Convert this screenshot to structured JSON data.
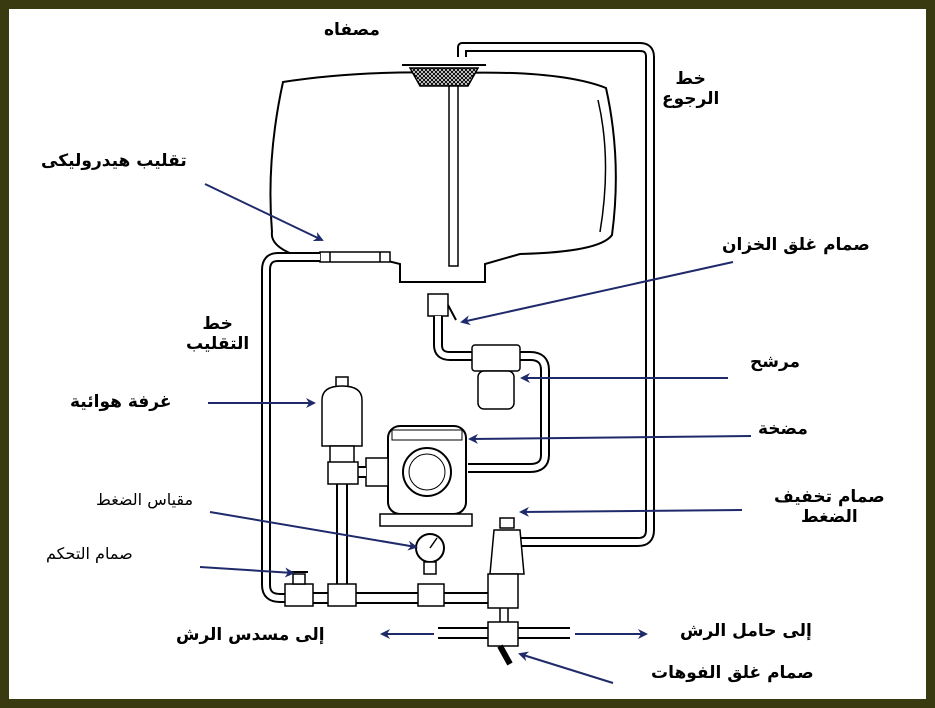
{
  "colors": {
    "frame": "#3a3a10",
    "arrow": "#1f2a6b",
    "line": "#000000"
  },
  "labels": {
    "strainer": "مصفاه",
    "return_line": [
      "خط",
      "الرجوع"
    ],
    "hydraulic_agitation": "تقليب هيدروليكى",
    "tank_shutoff_valve": "صمام غلق الخزان",
    "agitation_line": [
      "خط",
      "التقليب"
    ],
    "filter": "مرشح",
    "air_chamber": "غرفة هوائية",
    "pump": "مضخة",
    "pressure_gauge": "مقياس الضغط",
    "pressure_relief_valve": [
      "صمام تخفيف",
      "الضغط"
    ],
    "control_valve": "صمام التحكم",
    "to_spray_boom": "إلى حامل الرش",
    "to_spray_gun": "إلى مسدس الرش",
    "nozzle_shutoff_valve": "صمام غلق الفوهات"
  }
}
